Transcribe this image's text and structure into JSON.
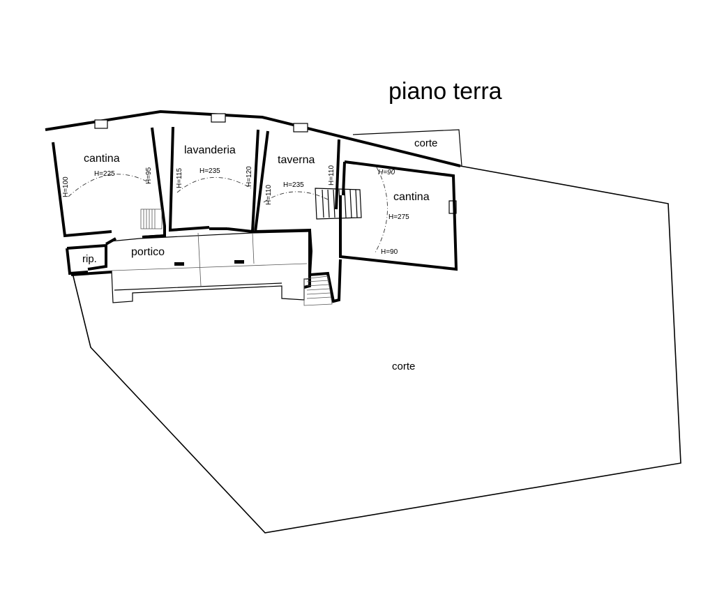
{
  "title": "piano terra",
  "rooms": {
    "cantina_left": "cantina",
    "lavanderia": "lavanderia",
    "taverna": "taverna",
    "corte_top": "corte",
    "cantina_right": "cantina",
    "rip": "rip.",
    "portico": "portico",
    "corte_main": "corte"
  },
  "heights": {
    "cantina_left_left": "H=100",
    "cantina_left_center": "H=225",
    "cantina_left_right": "H=95",
    "lavanderia_left": "H=115",
    "lavanderia_center": "H=235",
    "lavanderia_right": "H=120",
    "taverna_left": "H=110",
    "taverna_center": "H=235",
    "taverna_right": "H=110",
    "cantina_right_top": "H=90",
    "cantina_right_center": "H=275",
    "cantina_right_bottom": "H=90"
  }
}
